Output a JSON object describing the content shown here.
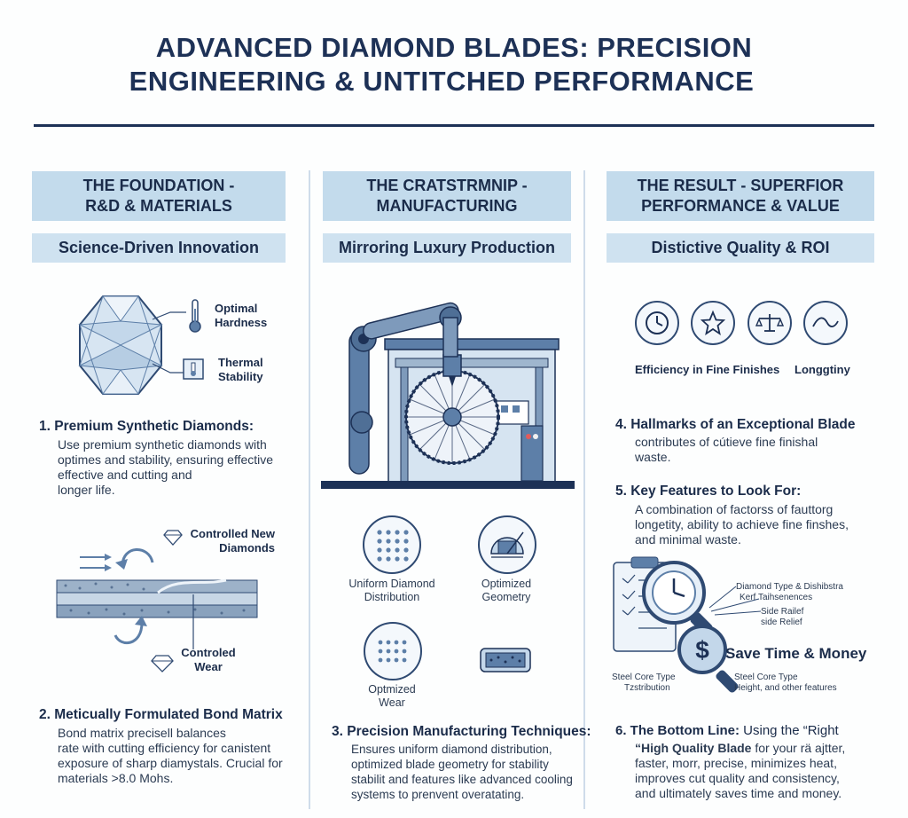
{
  "title": {
    "line1": "ADVANCED DIAMOND BLADES: PRECISION",
    "line2": "ENGINEERING & UNTITCHED PERFORMANCE"
  },
  "columns": {
    "left": {
      "header_line1": "THE FOUNDATION -",
      "header_line2": "R&D & MATERIALS",
      "subheader": "Science-Driven Innovation",
      "diamond_labels": {
        "hardness_1": "Optimal",
        "hardness_2": "Hardness",
        "thermal_1": "Thermal",
        "thermal_2": "Stability"
      },
      "item1": {
        "heading": "1. Premium Synthetic Diamonds:",
        "lines": [
          "Use premium synthetic diamonds with",
          "optimes and stability, ensuring effective",
          "effective and cutting and",
          "longer life."
        ]
      },
      "wear_labels": {
        "new_1": "Controlled New",
        "new_2": "Diamonds",
        "wear_1": "Controled",
        "wear_2": "Wear"
      },
      "item2": {
        "heading": "2. Meticually Formulated Bond Matrix",
        "lines": [
          "Bond matrix precisell balances",
          "rate with cutting efficiency for canistent",
          "exposure of sharp diamystals. Crucial for",
          "materials >8.0 Mohs."
        ]
      }
    },
    "middle": {
      "header_line1": "THE CRATSTRMNIP -",
      "header_line2": "MANUFACTURING",
      "subheader": "Mirroring Luxury Production",
      "features": {
        "uniform_1": "Uniform Diamond",
        "uniform_2": "Distribution",
        "geometry_1": "Optimized",
        "geometry_2": "Geometry",
        "wear_1": "Optmized",
        "wear_2": "Wear"
      },
      "item3": {
        "heading": "3. Precision Manufacturing Techniques:",
        "lines": [
          "Ensures uniform diamond distribution,",
          "optimized blade geometry for stability",
          "stabilit and features like advanced cooling",
          "systems to prenvent overatating."
        ]
      }
    },
    "right": {
      "header_line1": "THE RESULT - SUPERFIOR",
      "header_line2": "PERFORMANCE & VALUE",
      "subheader": "Distictive Quality & ROI",
      "icon_caption_1": "Efficiency in Fine Finishes",
      "icon_caption_2": "Longgtiny",
      "item4": {
        "heading": "4. Hallmarks of an Exceptional Blade",
        "lines": [
          "contributes of cútieve fine finishal",
          "waste."
        ]
      },
      "item5": {
        "heading": "5. Key Features to Look For:",
        "lines": [
          "A combination of factorss of fauttorg",
          "longetity, ability to achieve fine finshes,",
          "and minimal waste."
        ]
      },
      "checklist": {
        "diamond_type": "Diamond Type & Dishibstra",
        "kerf": "Kerf Taihsenences",
        "side_relief_1": "Side Railef",
        "side_relief_2": "side Relief",
        "save": "Save Time & Money",
        "steel_core_1": "Steel Core Type",
        "steel_core_2": "Tzstribution",
        "steel_core_3": "Steel Core Type",
        "height": "Height, and other features"
      },
      "item6": {
        "heading_bold": "6. The Bottom Line:",
        "heading_rest": " Using the “Right",
        "line1_bold": "“High Quality Blade",
        "line1_rest": " for your rä ajtter,",
        "lines": [
          "faster, morr, precise, minimizes heat,",
          "improves cut quality and consistency,",
          "and ultimately saves time and money."
        ]
      }
    }
  },
  "colors": {
    "navy": "#1d3156",
    "header_bg": "#c3dbec",
    "subheader_bg": "#cfe2f0",
    "steel_blue": "#5d7fa8"
  }
}
